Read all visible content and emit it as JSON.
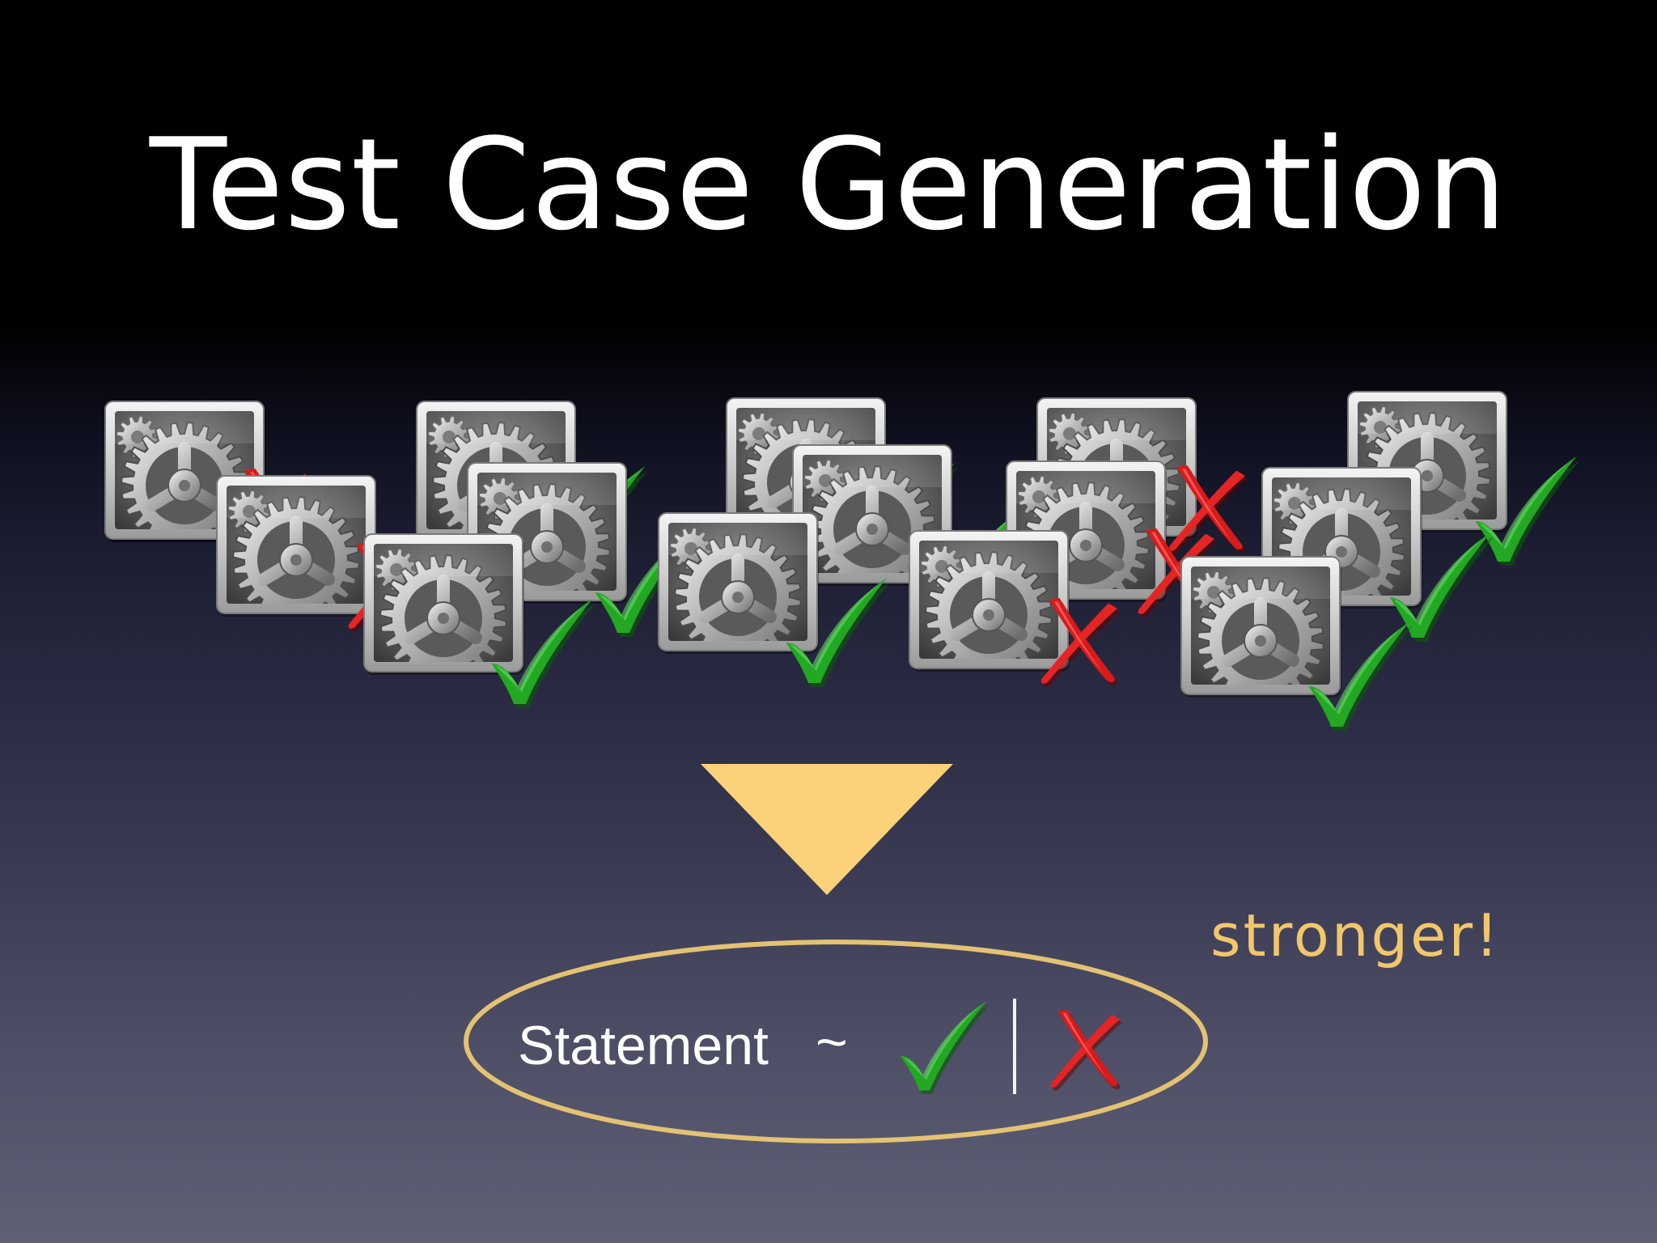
{
  "slide": {
    "title": "Test Case Generation",
    "annotation": "stronger!",
    "statement_label": "Statement",
    "separator": "~"
  },
  "icons": {
    "test_case": "gear-icon",
    "pass": "check-mark-icon",
    "fail": "cross-mark-icon",
    "arrow": "down-arrow-icon"
  },
  "colors": {
    "background_top": "#000000",
    "background_bottom": "#5f6076",
    "title": "#ffffff",
    "accent": "#f2c66b",
    "arrow": "#fbd17a",
    "pass": "#1f9e1f",
    "fail": "#d91a1a"
  },
  "test_cases": [
    {
      "result": "fail"
    },
    {
      "result": "pass"
    },
    {
      "result": "pass"
    },
    {
      "result": "fail"
    },
    {
      "result": "pass"
    },
    {
      "result": "fail"
    },
    {
      "result": "pass"
    },
    {
      "result": "pass"
    },
    {
      "result": "fail"
    },
    {
      "result": "pass"
    },
    {
      "result": "pass"
    },
    {
      "result": "pass"
    },
    {
      "result": "fail"
    },
    {
      "result": "pass"
    },
    {
      "result": "fail"
    }
  ]
}
